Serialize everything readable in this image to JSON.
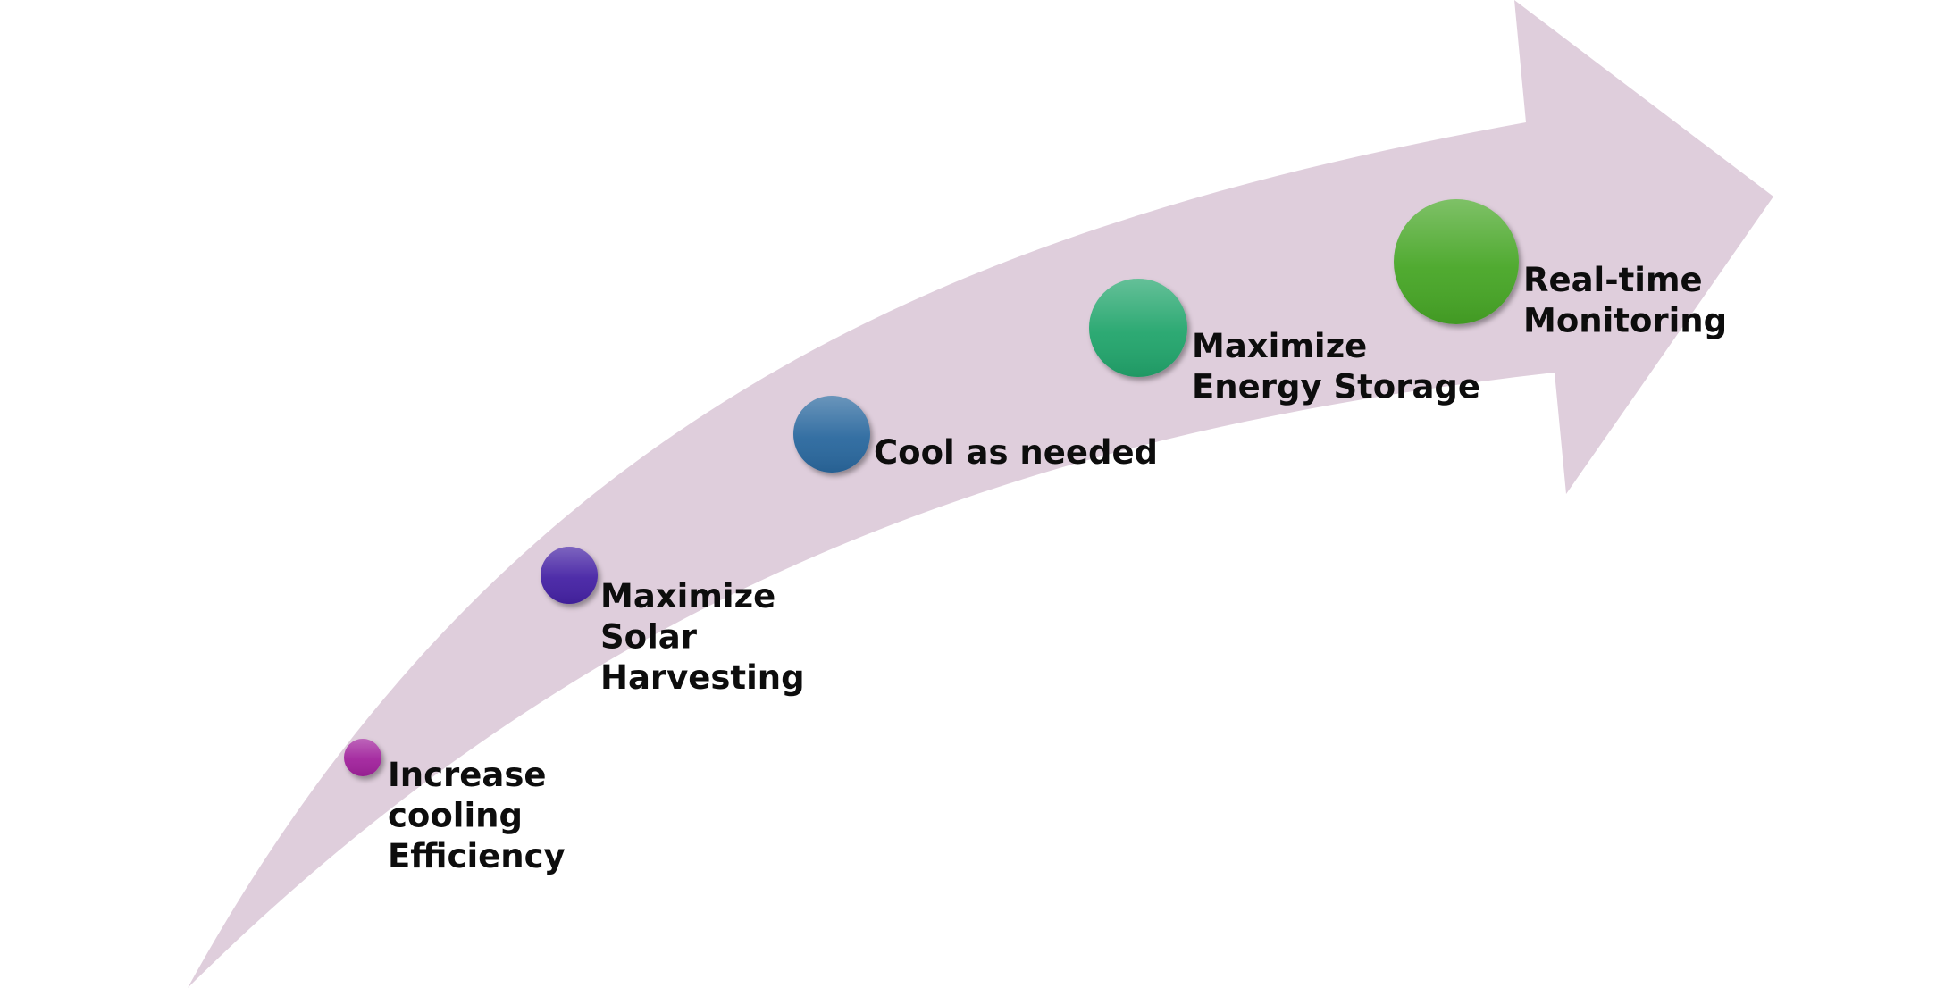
{
  "colors": {
    "background": "#ffffff",
    "arrow": "#dfcedc",
    "text": "#0d0d0d"
  },
  "steps": [
    {
      "icon": "circle-icon",
      "color": "#a1239c",
      "lines": [
        "Increase",
        "cooling",
        "Efficiency"
      ]
    },
    {
      "icon": "circle-icon",
      "color": "#4520a4",
      "lines": [
        "Maximize",
        "Solar",
        "Harvesting"
      ]
    },
    {
      "icon": "circle-icon",
      "color": "#2a679e",
      "lines": [
        "Cool as needed"
      ]
    },
    {
      "icon": "circle-icon",
      "color": "#22a56c",
      "lines": [
        "Maximize",
        "Energy Storage"
      ]
    },
    {
      "icon": "circle-icon",
      "color": "#46a628",
      "lines": [
        "Real-time",
        "Monitoring"
      ]
    }
  ]
}
